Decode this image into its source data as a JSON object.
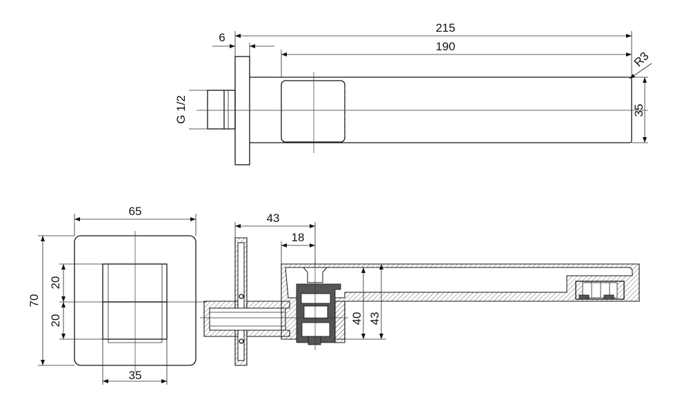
{
  "drawing": {
    "top_view": {
      "dim_total_length": "215",
      "dim_spout_length": "190",
      "dim_flange": "6",
      "dim_radius": "R3",
      "dim_height": "35",
      "thread": "G 1/2"
    },
    "front_view": {
      "dim_width": "65",
      "dim_height": "70",
      "dim_upper_cell": "20",
      "dim_lower_cell": "20",
      "dim_inner_width": "35"
    },
    "section_view": {
      "dim_depth": "43",
      "dim_offset": "18",
      "dim_inner_height": "40",
      "dim_outer_height": "43"
    }
  }
}
